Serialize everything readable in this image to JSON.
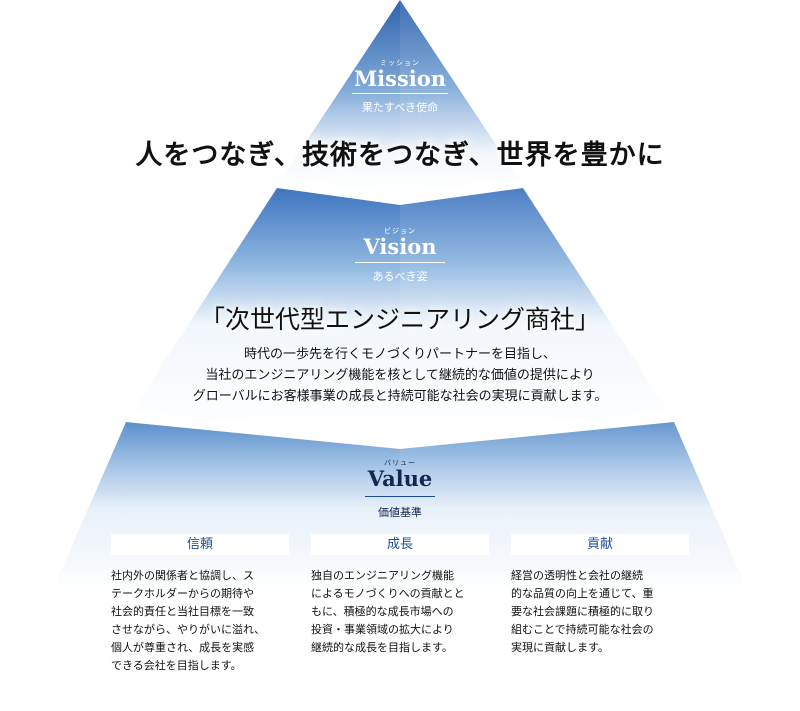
{
  "mission": {
    "ruby": "ミッション",
    "title": "Mission",
    "subtitle": "果たすべき使命",
    "statement": "人をつなぎ、技術をつなぎ、世界を豊かに"
  },
  "vision": {
    "ruby": "ビジョン",
    "title": "Vision",
    "subtitle": "あるべき姿",
    "statement": "「次世代型エンジニアリング商社」",
    "lines": [
      "時代の一歩先を行くモノづくりパートナーを目指し、",
      "当社のエンジニアリング機能を核として継続的な価値の提供により",
      "グローバルにお客様事業の成長と持続可能な社会の実現に貢献します。"
    ]
  },
  "value": {
    "ruby": "バリュー",
    "title": "Value",
    "subtitle": "価値基準",
    "items": [
      {
        "heading": "信頼",
        "lines": [
          "社内外の関係者と協調し、ス",
          "テークホルダーからの期待や",
          "社会的責任と当社目標を一致",
          "させながら、やりがいに溢れ、",
          "個人が尊重され、成長を実感",
          "できる会社を目指します。"
        ]
      },
      {
        "heading": "成長",
        "lines": [
          "独自のエンジニアリング機能",
          "によるモノづくりへの貢献とと",
          "もに、積極的な成長市場への",
          "投資・事業領域の拡大により",
          "継続的な成長を目指します。"
        ]
      },
      {
        "heading": "貢献",
        "lines": [
          "経営の透明性と会社の継続",
          "的な品質の向上を通じて、重",
          "要な社会課題に積極的に取り",
          "組むことで持続可能な社会の",
          "実現に貢献します。"
        ]
      }
    ]
  },
  "colors": {
    "pyramid_dark": "#2f63ad",
    "pyramid_light": "#ffffff",
    "value_accent": "#1f4c97"
  }
}
